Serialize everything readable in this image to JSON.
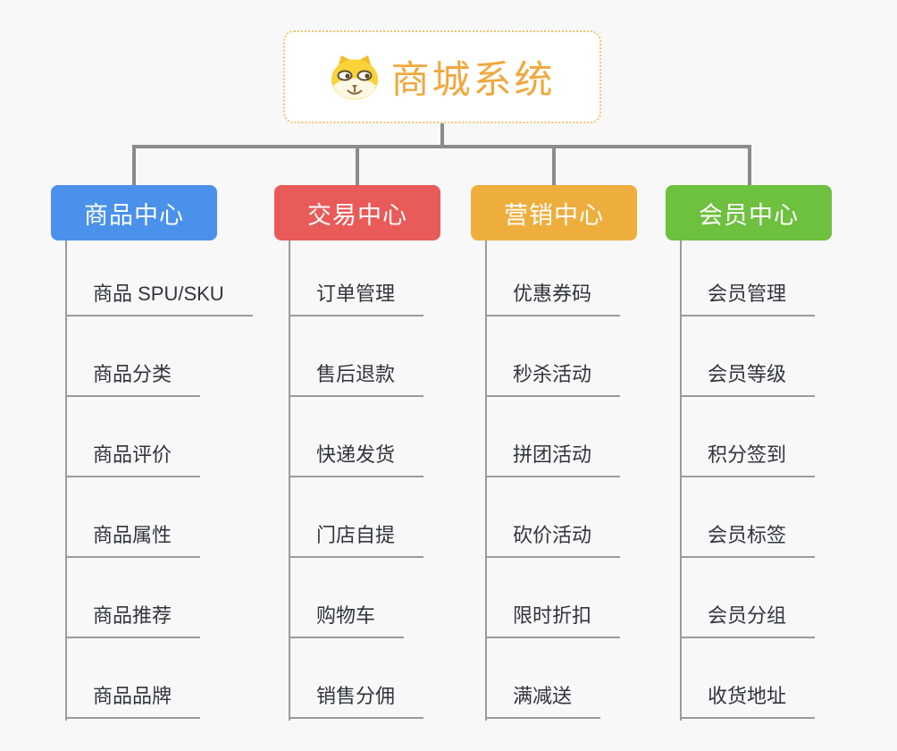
{
  "page": {
    "background": "#f8f8f8",
    "connector_color": "#8b8b8b",
    "leaf_line_color": "#9b9b9b"
  },
  "root": {
    "title": "商城系统",
    "icon": "dog-face-icon",
    "title_color": "#f0a83e",
    "border_color": "#f5c16c"
  },
  "branches": [
    {
      "id": "product-center",
      "label": "商品中心",
      "color": "#4a91ec",
      "items": [
        "商品 SPU/SKU",
        "商品分类",
        "商品评价",
        "商品属性",
        "商品推荐",
        "商品品牌"
      ]
    },
    {
      "id": "trade-center",
      "label": "交易中心",
      "color": "#e85b59",
      "items": [
        "订单管理",
        "售后退款",
        "快递发货",
        "门店自提",
        "购物车",
        "销售分佣"
      ]
    },
    {
      "id": "marketing-center",
      "label": "营销中心",
      "color": "#eeae3d",
      "items": [
        "优惠券码",
        "秒杀活动",
        "拼团活动",
        "砍价活动",
        "限时折扣",
        "满减送"
      ]
    },
    {
      "id": "member-center",
      "label": "会员中心",
      "color": "#6ec03f",
      "items": [
        "会员管理",
        "会员等级",
        "积分签到",
        "会员标签",
        "会员分组",
        "收货地址"
      ]
    }
  ]
}
